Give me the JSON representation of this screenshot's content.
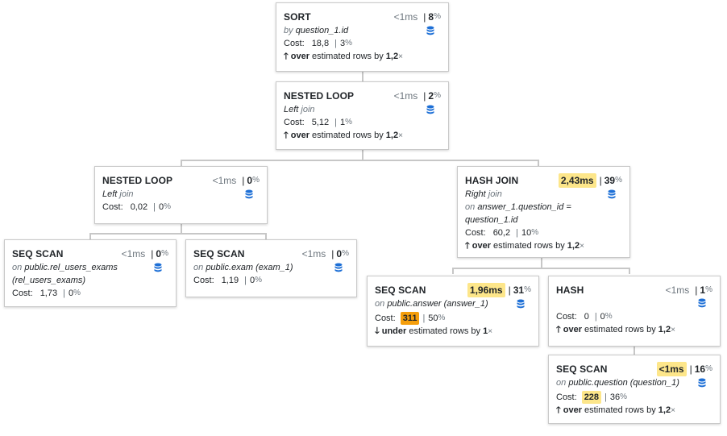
{
  "nodes": {
    "sort": {
      "title": "SORT",
      "time": "<1ms",
      "pct": "8",
      "pct_unit": "%",
      "sub_prefix": "by",
      "sub_value": "question_1.id",
      "cost_label": "Cost:",
      "cost": "18,8",
      "cost_pct": "3",
      "cost_pct_unit": "%",
      "est_dir": "over",
      "est_text": "estimated rows by",
      "est_val": "1,2",
      "est_x": "×"
    },
    "nested_loop_top": {
      "title": "NESTED LOOP",
      "time": "<1ms",
      "pct": "2",
      "pct_unit": "%",
      "sub_value": "Left",
      "sub_suffix": "join",
      "cost_label": "Cost:",
      "cost": "5,12",
      "cost_pct": "1",
      "cost_pct_unit": "%",
      "est_dir": "over",
      "est_text": "estimated rows by",
      "est_val": "1,2",
      "est_x": "×"
    },
    "nested_loop_left": {
      "title": "NESTED LOOP",
      "time": "<1ms",
      "pct": "0",
      "pct_unit": "%",
      "sub_value": "Left",
      "sub_suffix": "join",
      "cost_label": "Cost:",
      "cost": "0,02",
      "cost_pct": "0",
      "cost_pct_unit": "%"
    },
    "hash_join": {
      "title": "HASH JOIN",
      "time": "2,43ms",
      "pct": "39",
      "pct_unit": "%",
      "sub_value": "Right",
      "sub_suffix": "join",
      "on_prefix": "on",
      "on_value": "answer_1.question_id =",
      "on_value2": "question_1.id",
      "cost_label": "Cost:",
      "cost": "60,2",
      "cost_pct": "10",
      "cost_pct_unit": "%",
      "est_dir": "over",
      "est_text": "estimated rows by",
      "est_val": "1,2",
      "est_x": "×"
    },
    "seq_scan_rel": {
      "title": "SEQ SCAN",
      "time": "<1ms",
      "pct": "0",
      "pct_unit": "%",
      "on_prefix": "on",
      "on_value": "public.rel_users_exams",
      "on_value2": "(rel_users_exams)",
      "cost_label": "Cost:",
      "cost": "1,73",
      "cost_pct": "0",
      "cost_pct_unit": "%"
    },
    "seq_scan_exam": {
      "title": "SEQ SCAN",
      "time": "<1ms",
      "pct": "0",
      "pct_unit": "%",
      "on_prefix": "on",
      "on_value": "public.exam (exam_1)",
      "cost_label": "Cost:",
      "cost": "1,19",
      "cost_pct": "0",
      "cost_pct_unit": "%"
    },
    "seq_scan_answer": {
      "title": "SEQ SCAN",
      "time": "1,96ms",
      "pct": "31",
      "pct_unit": "%",
      "on_prefix": "on",
      "on_value": "public.answer (answer_1)",
      "cost_label": "Cost:",
      "cost": "311",
      "cost_pct": "50",
      "cost_pct_unit": "%",
      "est_dir": "under",
      "est_text": "estimated rows by",
      "est_val": "1",
      "est_x": "×"
    },
    "hash": {
      "title": "HASH",
      "time": "<1ms",
      "pct": "1",
      "pct_unit": "%",
      "cost_label": "Cost:",
      "cost": "0",
      "cost_pct": "0",
      "cost_pct_unit": "%",
      "est_dir": "over",
      "est_text": "estimated rows by",
      "est_val": "1,2",
      "est_x": "×"
    },
    "seq_scan_question": {
      "title": "SEQ SCAN",
      "time": "<1ms",
      "pct": "16",
      "pct_unit": "%",
      "on_prefix": "on",
      "on_value": "public.question (question_1)",
      "cost_label": "Cost:",
      "cost": "228",
      "cost_pct": "36",
      "cost_pct_unit": "%",
      "est_dir": "over",
      "est_text": "estimated rows by",
      "est_val": "1,2",
      "est_x": "×"
    }
  },
  "icons": {
    "table": "database-icon",
    "arrow_up": "arrow-up-icon",
    "arrow_down": "arrow-down-icon"
  },
  "colors": {
    "highlight_yellow": "#fde68a",
    "highlight_orange": "#f59e0b",
    "db_icon": "#1d6fd6",
    "link": "#c7c7c7"
  }
}
